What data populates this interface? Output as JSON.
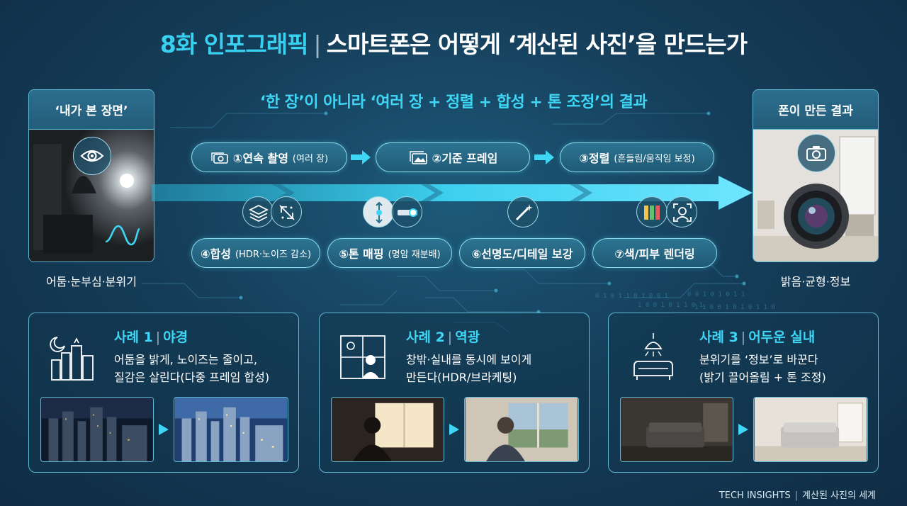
{
  "title": {
    "series": "8화 인포그래픽",
    "separator": "|",
    "main": "스마트폰은 어떻게 ‘계산된 사진’을 만드는가"
  },
  "subtitle": "‘한 장’이 아니라 ‘여러 장 + 정렬 + 합성 + 톤 조정’의 결과",
  "left_panel": {
    "header": "‘내가 본 장면’",
    "caption": "어둠·눈부심·분위기"
  },
  "right_panel": {
    "header": "폰이 만든 결과",
    "caption": "밝음·균형·정보"
  },
  "steps": [
    {
      "label": "①연속 촬영",
      "detail": "(여러 장)",
      "icon": "camera-stack-icon"
    },
    {
      "label": "②기준 프레임",
      "detail": "",
      "icon": "image-frames-icon"
    },
    {
      "label": "③정렬",
      "detail": "(흔들림/움직임 보정)",
      "icon": ""
    },
    {
      "label": "④합성",
      "detail": "(HDR·노이즈 감소)",
      "icon": "layers-icon"
    },
    {
      "label": "⑤톤 매핑",
      "detail": "(명암 재분배)",
      "icon": "tone-slider-icon"
    },
    {
      "label": "⑥선명도/디테일 보강",
      "detail": "",
      "icon": "magic-wand-icon"
    },
    {
      "label": "⑦색/피부 렌더링",
      "detail": "",
      "icon": "color-swatch-icon"
    }
  ],
  "cases": [
    {
      "title_num": "사례 1",
      "separator": "|",
      "title_name": "야경",
      "line1": "어둠을 밝게, 노이즈는 줄이고,",
      "line2": "질감은 살린다(다중 프레임 합성)",
      "icon": "night-city-icon"
    },
    {
      "title_num": "사례 2",
      "separator": "|",
      "title_name": "역광",
      "line1": "창밖·실내를 동시에 보이게",
      "line2": "만든다(HDR/브라케팅)",
      "icon": "window-person-icon"
    },
    {
      "title_num": "사례 3",
      "separator": "|",
      "title_name": "어두운 실내",
      "line1": "분위기를 ‘정보’로 바꾼다",
      "line2": "(밝기 끌어올림 + 톤 조정)",
      "icon": "sofa-lamp-icon"
    }
  ],
  "footer": {
    "brand": "TECH INSIGHTS",
    "separator": "|",
    "series": "계산된 사진의 세계"
  },
  "colors": {
    "accent": "#39d0f0",
    "background": "#153e5a",
    "border": "#5fb8d4"
  }
}
